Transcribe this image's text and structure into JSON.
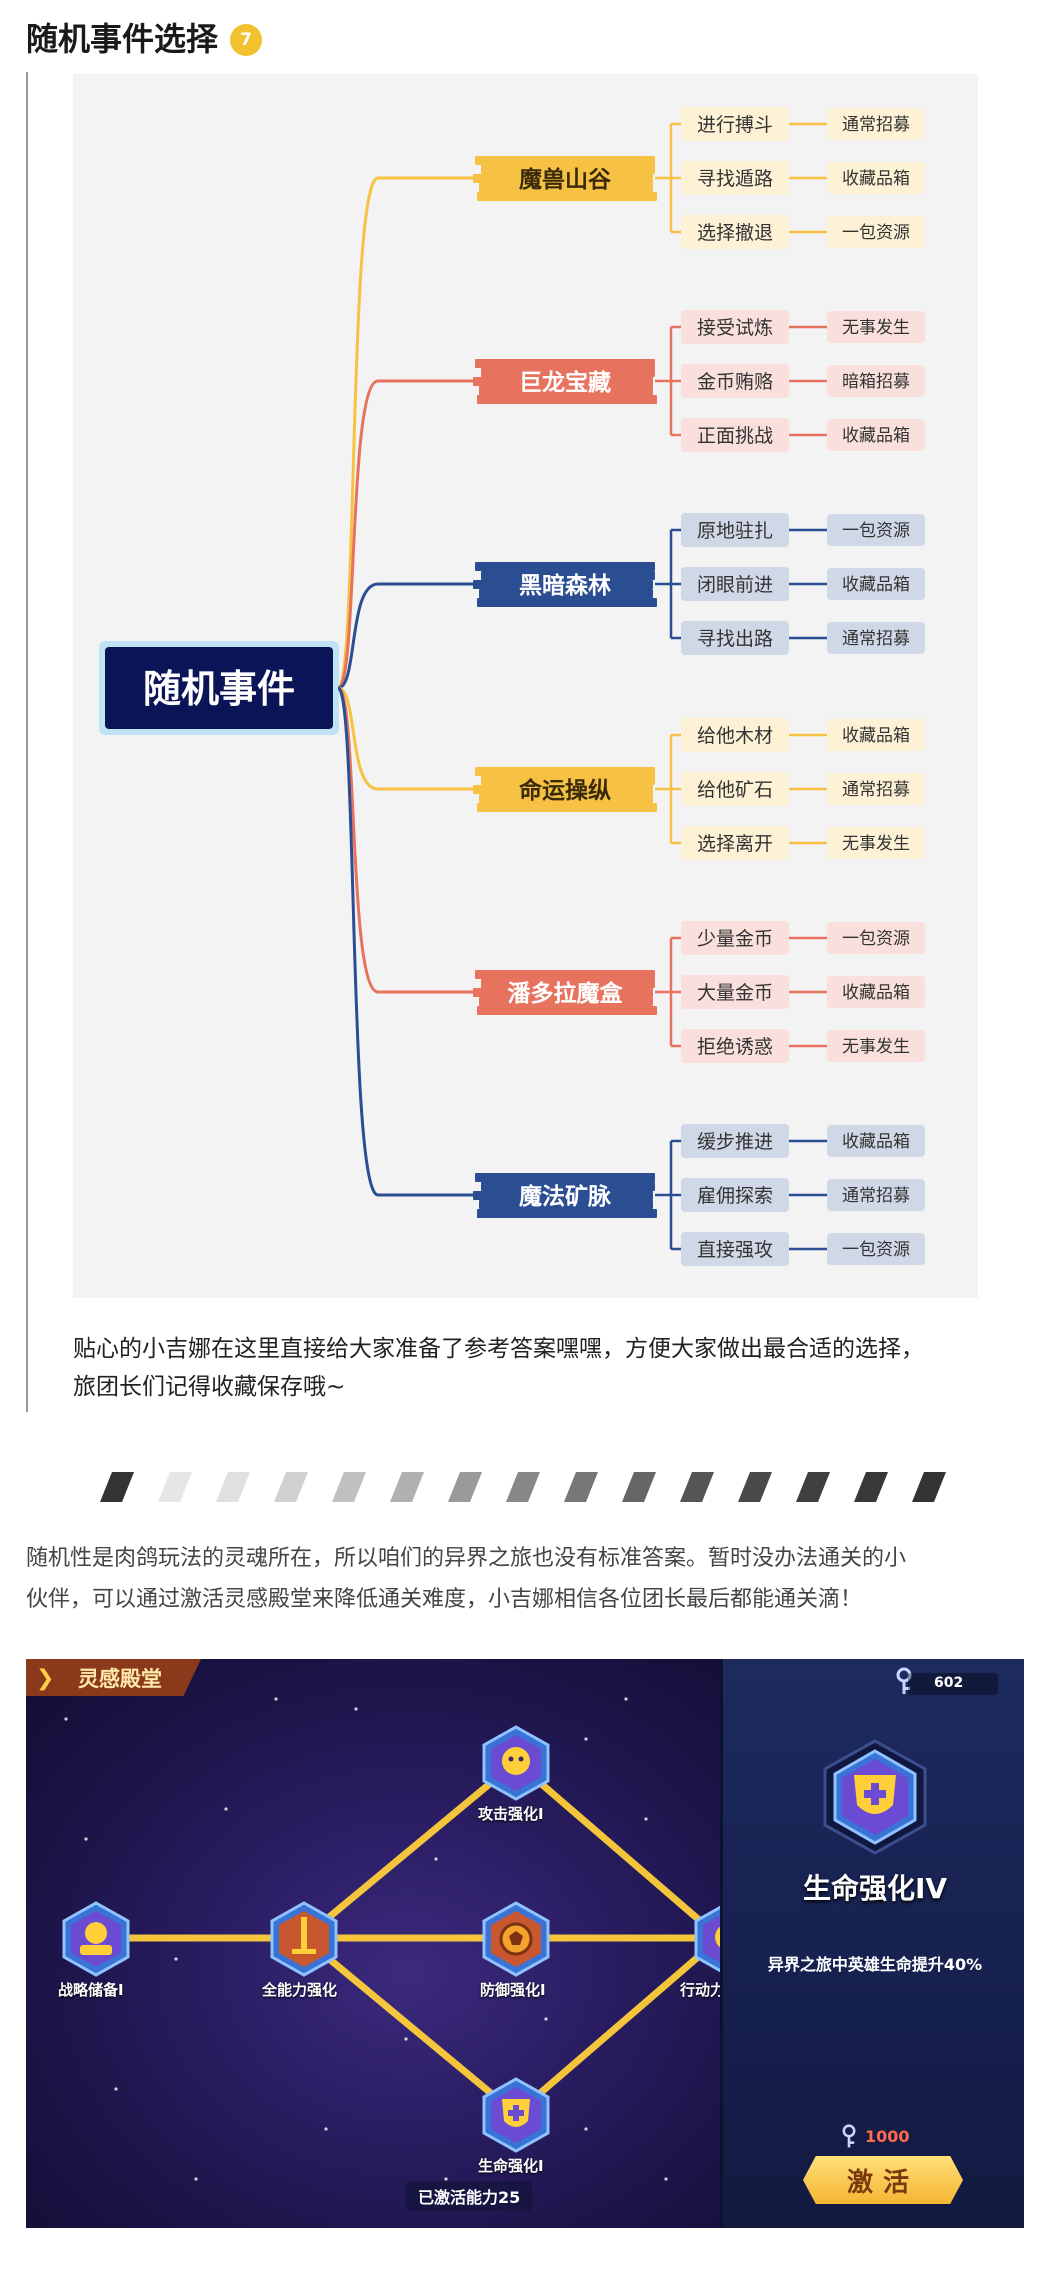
{
  "section": {
    "title": "随机事件选择",
    "badge": "7"
  },
  "mindmap": {
    "root": "随机事件",
    "branches": [
      {
        "label": "魔兽山谷",
        "color": "#f7c244",
        "children": [
          {
            "label": "进行搏斗",
            "result": "通常招募"
          },
          {
            "label": "寻找遁路",
            "result": "收藏品箱"
          },
          {
            "label": "选择撤退",
            "result": "一包资源"
          }
        ]
      },
      {
        "label": "巨龙宝藏",
        "color": "#e7735f",
        "children": [
          {
            "label": "接受试炼",
            "result": "无事发生"
          },
          {
            "label": "金币贿赂",
            "result": "暗箱招募"
          },
          {
            "label": "正面挑战",
            "result": "收藏品箱"
          }
        ]
      },
      {
        "label": "黑暗森林",
        "color": "#2b4d91",
        "children": [
          {
            "label": "原地驻扎",
            "result": "一包资源"
          },
          {
            "label": "闭眼前进",
            "result": "收藏品箱"
          },
          {
            "label": "寻找出路",
            "result": "通常招募"
          }
        ]
      },
      {
        "label": "命运操纵",
        "color": "#f7c244",
        "children": [
          {
            "label": "给他木材",
            "result": "收藏品箱"
          },
          {
            "label": "给他矿石",
            "result": "通常招募"
          },
          {
            "label": "选择离开",
            "result": "无事发生"
          }
        ]
      },
      {
        "label": "潘多拉魔盒",
        "color": "#e7735f",
        "children": [
          {
            "label": "少量金币",
            "result": "一包资源"
          },
          {
            "label": "大量金币",
            "result": "收藏品箱"
          },
          {
            "label": "拒绝诱惑",
            "result": "无事发生"
          }
        ]
      },
      {
        "label": "魔法矿脉",
        "color": "#2b4d91",
        "children": [
          {
            "label": "缓步推进",
            "result": "收藏品箱"
          },
          {
            "label": "雇佣探索",
            "result": "通常招募"
          },
          {
            "label": "直接强攻",
            "result": "一包资源"
          }
        ]
      }
    ]
  },
  "caption": {
    "line1": "贴心的小吉娜在这里直接给大家准备了参考答案嘿嘿，方便大家做出最合适的选择，",
    "line2": "旅团长们记得收藏保存哦~"
  },
  "paragraph": {
    "line1": "随机性是肉鸽玩法的灵魂所在，所以咱们的异界之旅也没有标准答案。暂时没办法通关的小",
    "line2": "伙伴，可以通过激活灵感殿堂来降低通关难度，小吉娜相信各位团长最后都能通关滴！"
  },
  "game": {
    "panel_title": "灵感殿堂",
    "nodes": [
      {
        "id": "zhanlve",
        "label": "战略储备I",
        "color": "#6a4bd1"
      },
      {
        "id": "quanneng",
        "label": "全能力强化",
        "color": "#c8562e"
      },
      {
        "id": "gongji",
        "label": "攻击强化I",
        "color": "#6a4bd1"
      },
      {
        "id": "fangyu",
        "label": "防御强化I",
        "color": "#c8562e"
      },
      {
        "id": "shengming",
        "label": "生命强化I",
        "color": "#6a4bd1"
      },
      {
        "id": "xingdong",
        "label": "行动力",
        "color": "#6a4bd1"
      }
    ],
    "activated_text": "已激活能力25",
    "key_count": "602",
    "detail_name": "生命强化IV",
    "detail_desc": "异界之旅中英雄生命提升40%",
    "cost": "1000",
    "activate_label": "激活"
  }
}
